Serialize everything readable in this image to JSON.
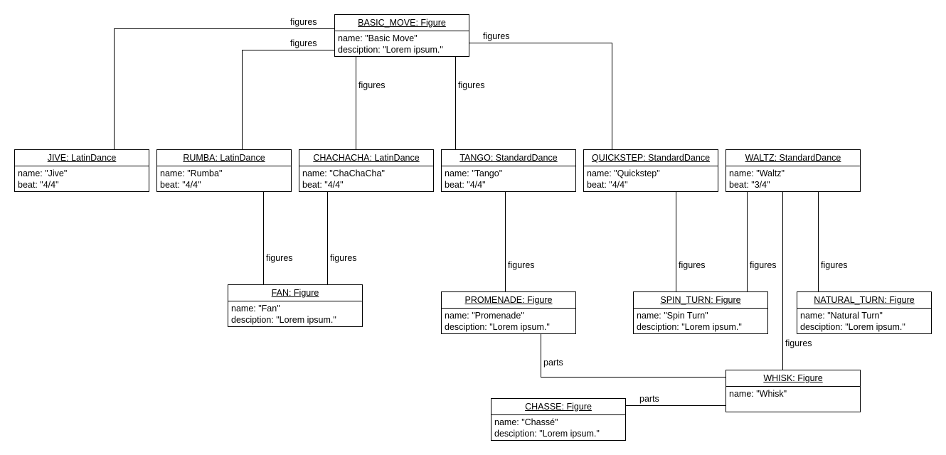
{
  "objects": {
    "basic_move": {
      "title": "BASIC_MOVE: Figure",
      "attrs": [
        "name: \"Basic Move\"",
        "desciption: \"Lorem ipsum.\""
      ]
    },
    "jive": {
      "title": "JIVE: LatinDance",
      "attrs": [
        "name: \"Jive\"",
        "beat: \"4/4\""
      ]
    },
    "rumba": {
      "title": "RUMBA: LatinDance",
      "attrs": [
        "name: \"Rumba\"",
        "beat: \"4/4\""
      ]
    },
    "chachacha": {
      "title": "CHACHACHA: LatinDance",
      "attrs": [
        "name: \"ChaChaCha\"",
        "beat: \"4/4\""
      ]
    },
    "tango": {
      "title": "TANGO: StandardDance",
      "attrs": [
        "name: \"Tango\"",
        "beat: \"4/4\""
      ]
    },
    "quickstep": {
      "title": "QUICKSTEP: StandardDance",
      "attrs": [
        "name: \"Quickstep\"",
        "beat: \"4/4\""
      ]
    },
    "waltz": {
      "title": "WALTZ: StandardDance",
      "attrs": [
        "name: \"Waltz\"",
        "beat: \"3/4\""
      ]
    },
    "fan": {
      "title": "FAN: Figure",
      "attrs": [
        "name: \"Fan\"",
        "desciption: \"Lorem ipsum.\""
      ]
    },
    "promenade": {
      "title": "PROMENADE: Figure",
      "attrs": [
        "name: \"Promenade\"",
        "desciption: \"Lorem ipsum.\""
      ]
    },
    "spin_turn": {
      "title": "SPIN_TURN: Figure",
      "attrs": [
        "name: \"Spin Turn\"",
        "desciption: \"Lorem ipsum.\""
      ]
    },
    "natural_turn": {
      "title": "NATURAL_TURN: Figure",
      "attrs": [
        "name: \"Natural Turn\"",
        "desciption: \"Lorem ipsum.\""
      ]
    },
    "whisk": {
      "title": "WHISK: Figure",
      "attrs": [
        "name: \"Whisk\""
      ]
    },
    "chasse": {
      "title": "CHASSE: Figure",
      "attrs": [
        "name: \"Chassé\"",
        "desciption: \"Lorem ipsum.\""
      ]
    }
  },
  "links": [
    {
      "id": "basic_jive",
      "from": "basic_move",
      "to": "jive",
      "label": "figures"
    },
    {
      "id": "basic_rumba",
      "from": "basic_move",
      "to": "rumba",
      "label": "figures"
    },
    {
      "id": "basic_chachacha",
      "from": "basic_move",
      "to": "chachacha",
      "label": "figures"
    },
    {
      "id": "basic_tango",
      "from": "basic_move",
      "to": "tango",
      "label": "figures"
    },
    {
      "id": "basic_quickstep",
      "from": "basic_move",
      "to": "quickstep",
      "label": "figures"
    },
    {
      "id": "rumba_fan",
      "from": "rumba",
      "to": "fan",
      "label": "figures"
    },
    {
      "id": "chachacha_fan",
      "from": "chachacha",
      "to": "fan",
      "label": "figures"
    },
    {
      "id": "tango_promenade",
      "from": "tango",
      "to": "promenade",
      "label": "figures"
    },
    {
      "id": "quickstep_spin",
      "from": "quickstep",
      "to": "spin_turn",
      "label": "figures"
    },
    {
      "id": "waltz_spin",
      "from": "waltz",
      "to": "spin_turn",
      "label": "figures"
    },
    {
      "id": "waltz_natural",
      "from": "waltz",
      "to": "natural_turn",
      "label": "figures"
    },
    {
      "id": "waltz_whisk",
      "from": "waltz",
      "to": "whisk",
      "label": "figures"
    },
    {
      "id": "promenade_whisk",
      "from": "promenade",
      "to": "whisk",
      "label": "parts"
    },
    {
      "id": "chasse_whisk",
      "from": "chasse",
      "to": "whisk",
      "label": "parts"
    }
  ]
}
